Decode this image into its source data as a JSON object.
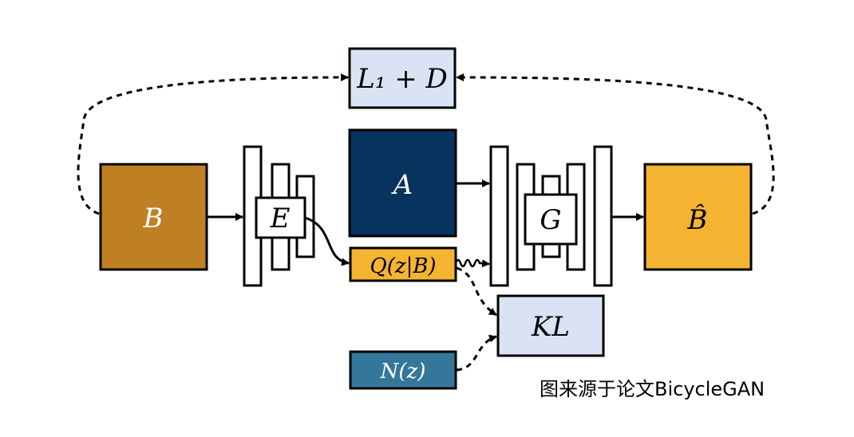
{
  "nodes": {
    "loss": {
      "label": "L₁ + D",
      "fill": "#dae3f3"
    },
    "b": {
      "label": "B",
      "fill": "#bf8024"
    },
    "e": {
      "label": "E"
    },
    "a": {
      "label": "A",
      "fill": "#08335e"
    },
    "q": {
      "label": "Q(z|B)",
      "fill": "#f5b332"
    },
    "g": {
      "label": "G"
    },
    "bhat": {
      "label": "B̂",
      "fill": "#f5b332"
    },
    "kl": {
      "label": "KL",
      "fill": "#dae3f3"
    },
    "n": {
      "label": "N(z)",
      "fill": "#34779a"
    }
  },
  "caption": "图来源于论文BicycleGAN",
  "colors": {
    "stroke": "#000000",
    "white_text": "#ffffff",
    "dark_text": "#000000"
  }
}
